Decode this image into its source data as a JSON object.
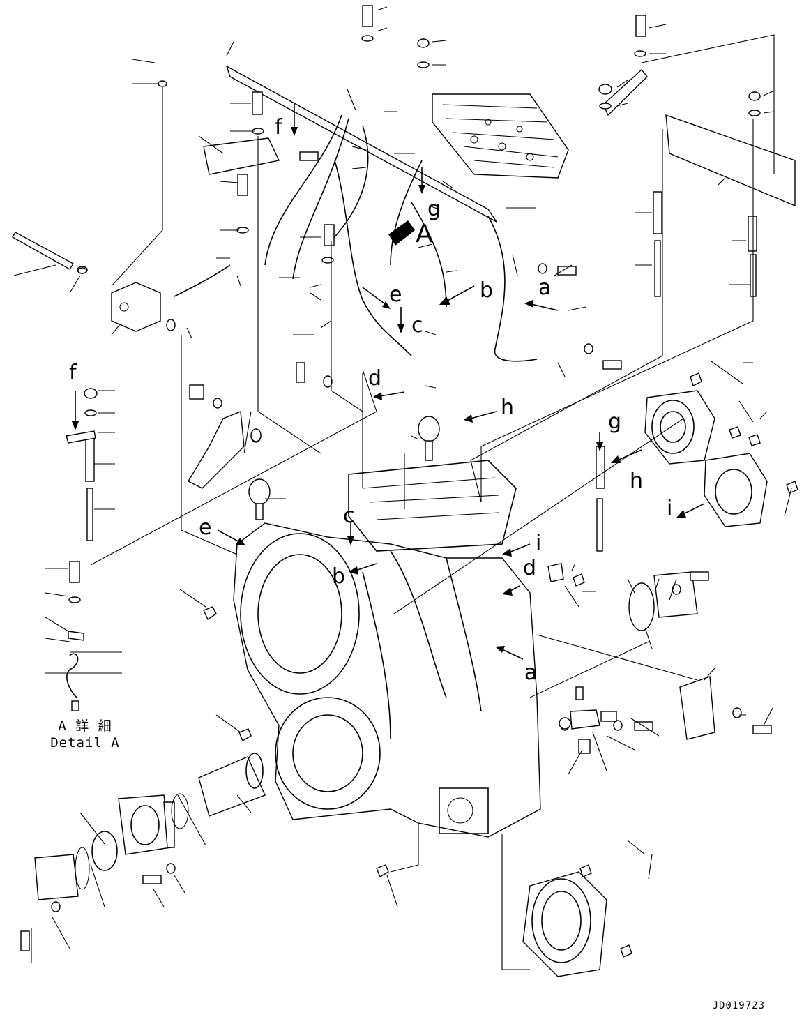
{
  "figure": {
    "drawing_id": "JD019723",
    "detail_label_jp": "A 詳 細",
    "detail_label_en": "Detail A",
    "reference_letters": [
      "a",
      "b",
      "c",
      "d",
      "e",
      "f",
      "g",
      "h",
      "i",
      "A"
    ]
  },
  "callouts": {
    "a_upper": "a",
    "a_lower": "a",
    "b_upper": "b",
    "b_lower": "b",
    "c_upper": "c",
    "c_lower": "c",
    "d_upper": "d",
    "d_lower": "d",
    "e_upper": "e",
    "e_lower": "e",
    "f_upper": "f",
    "f_left": "f",
    "g_upper": "g",
    "g_right": "g",
    "h_upper": "h",
    "h_right": "h",
    "i_right": "i",
    "i_lower": "i",
    "A_view": "A"
  }
}
